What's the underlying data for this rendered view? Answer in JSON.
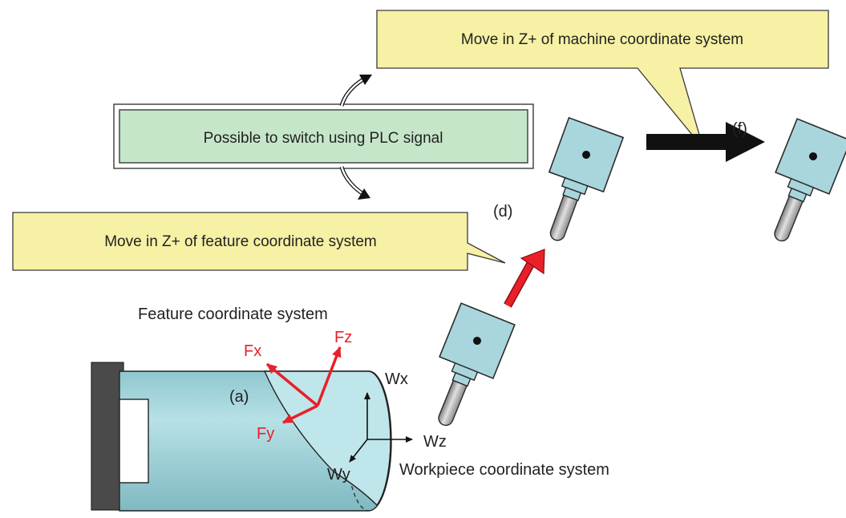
{
  "callouts": {
    "machine": "Move in Z+ of machine coordinate system",
    "feature": "Move in Z+ of feature coordinate system",
    "switch": "Possible to switch using PLC signal"
  },
  "labels": {
    "feature_cs": "Feature coordinate system",
    "workpiece_cs": "Workpiece coordinate system",
    "a": "(a)",
    "d": "(d)",
    "f": "(f)"
  },
  "axes": {
    "fx": "Fx",
    "fy": "Fy",
    "fz": "Fz",
    "wx": "Wx",
    "wy": "Wy",
    "wz": "Wz"
  },
  "colors": {
    "callout_fill": "#f6f1a4",
    "switch_fill": "#c6e6c9",
    "tool_fill": "#a9d6dd",
    "workpiece_fill": "#a8d8de",
    "chuck_fill": "#4a4a4a",
    "feature_axes": "#e8202a",
    "tool_arrow": "#e8202a",
    "machine_arrow": "#111111"
  }
}
